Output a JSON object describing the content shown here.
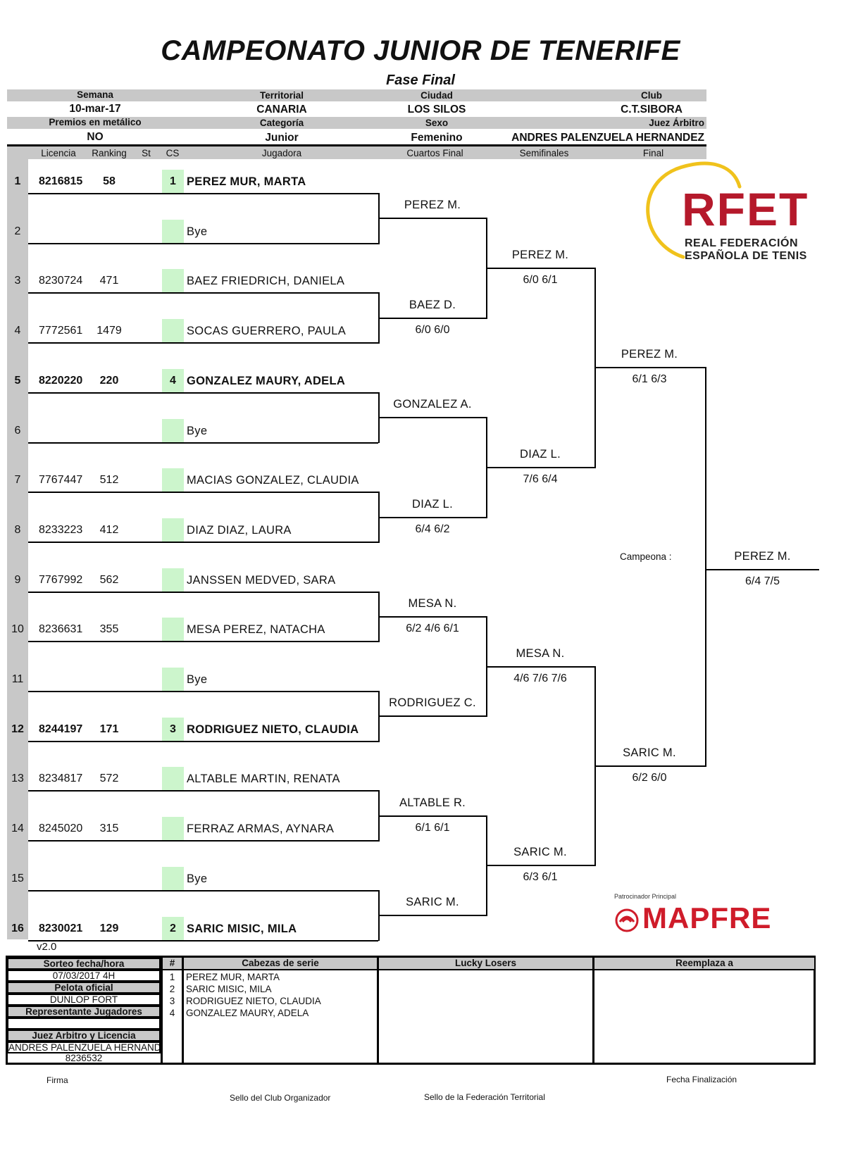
{
  "header": {
    "title": "CAMPEONATO JUNIOR DE TENERIFE",
    "subtitle": "Fase Final"
  },
  "info": {
    "semana_label": "Semana",
    "semana": "10-mar-17",
    "territorial_label": "Territorial",
    "territorial": "CANARIA",
    "ciudad_label": "Ciudad",
    "ciudad": "LOS SILOS",
    "club_label": "Club",
    "club": "C.T.SIBORA",
    "premios_label": "Premios en metálico",
    "premios": "NO",
    "categoria_label": "Categoría",
    "categoria": "Junior",
    "sexo_label": "Sexo",
    "sexo": "Femenino",
    "juez_label": "Juez Árbitro",
    "juez": "ANDRES PALENZUELA HERNANDEZ"
  },
  "columns": {
    "licencia": "Licencia",
    "ranking": "Ranking",
    "st": "St",
    "cs": "CS",
    "jugadora": "Jugadora",
    "cuartos": "Cuartos Final",
    "semis": "Semifinales",
    "final": "Final"
  },
  "players": [
    {
      "n": "1",
      "lic": "8216815",
      "rank": "58",
      "cs": "1",
      "name": "PEREZ MUR, MARTA",
      "seed": true
    },
    {
      "n": "2",
      "lic": "",
      "rank": "",
      "cs": "",
      "name": "Bye",
      "seed": false
    },
    {
      "n": "3",
      "lic": "8230724",
      "rank": "471",
      "cs": "",
      "name": "BAEZ FRIEDRICH, DANIELA",
      "seed": false
    },
    {
      "n": "4",
      "lic": "7772561",
      "rank": "1479",
      "cs": "",
      "name": "SOCAS GUERRERO, PAULA",
      "seed": false
    },
    {
      "n": "5",
      "lic": "8220220",
      "rank": "220",
      "cs": "4",
      "name": "GONZALEZ MAURY, ADELA",
      "seed": true
    },
    {
      "n": "6",
      "lic": "",
      "rank": "",
      "cs": "",
      "name": "Bye",
      "seed": false
    },
    {
      "n": "7",
      "lic": "7767447",
      "rank": "512",
      "cs": "",
      "name": "MACIAS GONZALEZ, CLAUDIA",
      "seed": false
    },
    {
      "n": "8",
      "lic": "8233223",
      "rank": "412",
      "cs": "",
      "name": "DIAZ DIAZ, LAURA",
      "seed": false
    },
    {
      "n": "9",
      "lic": "7767992",
      "rank": "562",
      "cs": "",
      "name": "JANSSEN MEDVED, SARA",
      "seed": false
    },
    {
      "n": "10",
      "lic": "8236631",
      "rank": "355",
      "cs": "",
      "name": "MESA PEREZ, NATACHA",
      "seed": false
    },
    {
      "n": "11",
      "lic": "",
      "rank": "",
      "cs": "",
      "name": "Bye",
      "seed": false
    },
    {
      "n": "12",
      "lic": "8244197",
      "rank": "171",
      "cs": "3",
      "name": "RODRIGUEZ NIETO, CLAUDIA",
      "seed": true
    },
    {
      "n": "13",
      "lic": "8234817",
      "rank": "572",
      "cs": "",
      "name": "ALTABLE MARTIN, RENATA",
      "seed": false
    },
    {
      "n": "14",
      "lic": "8245020",
      "rank": "315",
      "cs": "",
      "name": "FERRAZ ARMAS, AYNARA",
      "seed": false
    },
    {
      "n": "15",
      "lic": "",
      "rank": "",
      "cs": "",
      "name": "Bye",
      "seed": false
    },
    {
      "n": "16",
      "lic": "8230021",
      "rank": "129",
      "cs": "2",
      "name": "SARIC MISIC, MILA",
      "seed": true
    }
  ],
  "quarters": [
    {
      "name": "PEREZ M.",
      "score": ""
    },
    {
      "name": "BAEZ D.",
      "score": "6/0 6/0"
    },
    {
      "name": "GONZALEZ A.",
      "score": ""
    },
    {
      "name": "DIAZ L.",
      "score": "6/4 6/2"
    },
    {
      "name": "MESA N.",
      "score": "6/2 4/6 6/1"
    },
    {
      "name": "RODRIGUEZ C.",
      "score": ""
    },
    {
      "name": "ALTABLE R.",
      "score": "6/1 6/1"
    },
    {
      "name": "SARIC M.",
      "score": ""
    }
  ],
  "semis": [
    {
      "name": "PEREZ M.",
      "score": "6/0 6/1"
    },
    {
      "name": "DIAZ L.",
      "score": "7/6 6/4"
    },
    {
      "name": "MESA N.",
      "score": "4/6 7/6 7/6"
    },
    {
      "name": "SARIC M.",
      "score": "6/3 6/1"
    }
  ],
  "finals": [
    {
      "name": "PEREZ M.",
      "score": "6/1 6/3"
    },
    {
      "name": "SARIC M.",
      "score": "6/2 6/0"
    }
  ],
  "champion": {
    "label": "Campeona :",
    "name": "PEREZ M.",
    "score": "6/4 7/5"
  },
  "logos": {
    "rfet": "RFET",
    "rfet_line1": "REAL FEDERACIÓN",
    "rfet_line2": "ESPAÑOLA DE TENIS",
    "sponsor_label": "Patrocinador Principal",
    "sponsor": "MAPFRE",
    "rfet_color": "#b5192b",
    "swoosh_color": "#f0c21c",
    "mapfre_color": "#cf1c2a"
  },
  "version": "v2.0",
  "footer": {
    "sorteo_label": "Sorteo fecha/hora",
    "sorteo": "07/03/2017 4H",
    "pelota_label": "Pelota oficial",
    "pelota": "DUNLOP FORT",
    "representante_label": "Representante Jugadores",
    "representante": "",
    "juez_label": "Juez Arbitro y Licencia",
    "juez": "ANDRES PALENZUELA HERNANDEZ",
    "juez_lic": "8236532",
    "hash_label": "#",
    "seeds_label": "Cabezas  de serie",
    "seeds": [
      {
        "n": "1",
        "name": "PEREZ MUR, MARTA"
      },
      {
        "n": "2",
        "name": "SARIC MISIC, MILA"
      },
      {
        "n": "3",
        "name": "RODRIGUEZ NIETO, CLAUDIA"
      },
      {
        "n": "4",
        "name": "GONZALEZ MAURY, ADELA"
      }
    ],
    "lucky_label": "Lucky Losers",
    "reemplaza_label": "Reemplaza a",
    "firma": "Firma",
    "fecha_fin": "Fecha Finalización",
    "sello_club": "Sello del Club Organizador",
    "sello_fed": "Sello de la Federación Territorial"
  }
}
